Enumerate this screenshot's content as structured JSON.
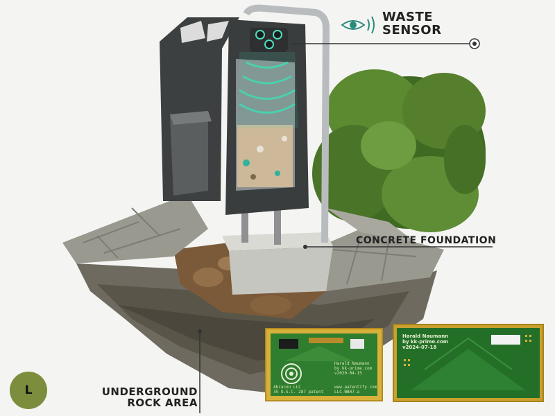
{
  "labels": {
    "waste_sensor_line1": "WASTE",
    "waste_sensor_line2": "SENSOR",
    "concrete_foundation": "CONCRETE FOUNDATION",
    "underground_line1": "UNDERGROUND",
    "underground_line2": "ROCK AREA"
  },
  "badge": {
    "letter": "L"
  },
  "pcb_left": {
    "line1": "Harald Naumann",
    "line2": "by kk-prime.com",
    "line3": "v2020-04-15",
    "line4": "Abracon LLC",
    "line5": "35 U.S.C. 287 patent",
    "line6": "www.patentify.com",
    "line7": "LLC-WB07-a"
  },
  "pcb_right": {
    "line1": "Harald Naumann",
    "line2": "by kk-prime.com",
    "line3": "v2024-07-18"
  },
  "colors": {
    "sensor_beam": "#3ee0b5",
    "bin_body": "#3d4040",
    "foliage": "#4d7a2a",
    "concrete": "#c6c6c0",
    "paving": "#9a9990",
    "soil": "#7b5a3a",
    "badge": "#7c8d3d"
  }
}
